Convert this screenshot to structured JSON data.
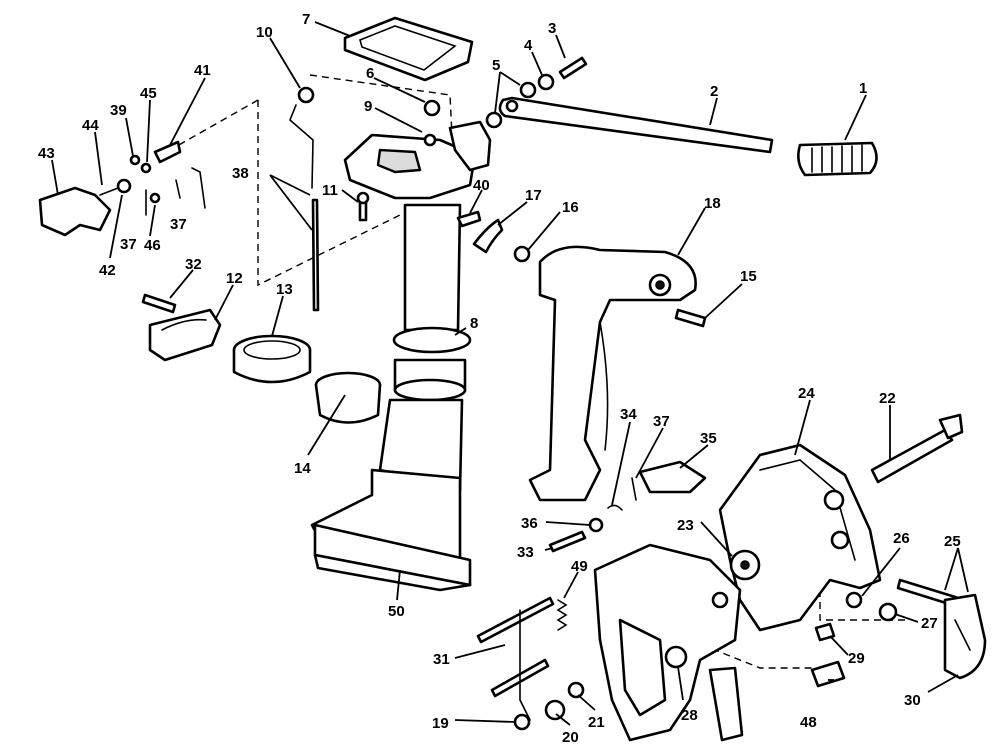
{
  "diagram": {
    "callouts": [
      {
        "id": "1",
        "label": "1"
      },
      {
        "id": "2",
        "label": "2"
      },
      {
        "id": "3",
        "label": "3"
      },
      {
        "id": "4",
        "label": "4"
      },
      {
        "id": "5",
        "label": "5"
      },
      {
        "id": "6",
        "label": "6"
      },
      {
        "id": "7",
        "label": "7"
      },
      {
        "id": "8",
        "label": "8"
      },
      {
        "id": "9",
        "label": "9"
      },
      {
        "id": "10",
        "label": "10"
      },
      {
        "id": "11",
        "label": "11"
      },
      {
        "id": "12",
        "label": "12"
      },
      {
        "id": "13",
        "label": "13"
      },
      {
        "id": "14",
        "label": "14"
      },
      {
        "id": "15",
        "label": "15"
      },
      {
        "id": "16",
        "label": "16"
      },
      {
        "id": "17",
        "label": "17"
      },
      {
        "id": "18",
        "label": "18"
      },
      {
        "id": "19",
        "label": "19"
      },
      {
        "id": "20",
        "label": "20"
      },
      {
        "id": "21",
        "label": "21"
      },
      {
        "id": "22",
        "label": "22"
      },
      {
        "id": "23",
        "label": "23"
      },
      {
        "id": "24",
        "label": "24"
      },
      {
        "id": "25",
        "label": "25"
      },
      {
        "id": "26",
        "label": "26"
      },
      {
        "id": "27",
        "label": "27"
      },
      {
        "id": "28",
        "label": "28"
      },
      {
        "id": "29",
        "label": "29"
      },
      {
        "id": "30",
        "label": "30"
      },
      {
        "id": "31",
        "label": "31"
      },
      {
        "id": "32",
        "label": "32"
      },
      {
        "id": "33",
        "label": "33"
      },
      {
        "id": "34",
        "label": "34"
      },
      {
        "id": "35",
        "label": "35"
      },
      {
        "id": "36",
        "label": "36"
      },
      {
        "id": "37a",
        "label": "37"
      },
      {
        "id": "37b",
        "label": "37"
      },
      {
        "id": "37c",
        "label": "37"
      },
      {
        "id": "38",
        "label": "38"
      },
      {
        "id": "39",
        "label": "39"
      },
      {
        "id": "40",
        "label": "40"
      },
      {
        "id": "41",
        "label": "41"
      },
      {
        "id": "42",
        "label": "42"
      },
      {
        "id": "43",
        "label": "43"
      },
      {
        "id": "44",
        "label": "44"
      },
      {
        "id": "45",
        "label": "45"
      },
      {
        "id": "46",
        "label": "46"
      },
      {
        "id": "48",
        "label": "48"
      },
      {
        "id": "49",
        "label": "49"
      },
      {
        "id": "50",
        "label": "50"
      }
    ]
  }
}
